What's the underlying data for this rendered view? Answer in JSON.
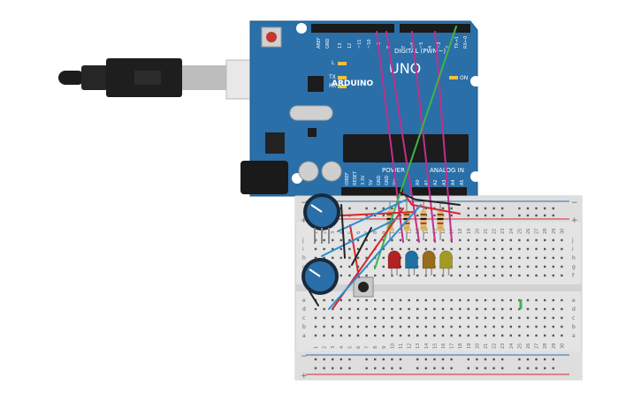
{
  "board": {
    "logo": "ARDUINO",
    "model": "UNO",
    "digital_label": "DIGITAL (PWM~)",
    "power_label": "POWER",
    "analog_label": "ANALOG IN",
    "on_label": "ON",
    "l_label": "L",
    "tx_label": "TX",
    "rx_label": "RX",
    "aref_label": "AREF",
    "gnd_label": "GND",
    "digital_pins_high": [
      "13",
      "12",
      "~11",
      "~10",
      "~9",
      "8"
    ],
    "digital_pins_low": [
      "7",
      "~6",
      "~5",
      "4",
      "~3",
      "2",
      "TX→1",
      "RX←0"
    ],
    "power_pins": [
      "IOREF",
      "RESET",
      "3.3V",
      "5V",
      "GND",
      "GND",
      "Vin"
    ],
    "analog_pins": [
      "A0",
      "A1",
      "A2",
      "A3",
      "A4",
      "A5"
    ]
  },
  "breadboard": {
    "rail_minus": "−",
    "rail_plus": "+",
    "row_letters_top": [
      "j",
      "i",
      "h",
      "g",
      "f"
    ],
    "row_letters_bottom": [
      "e",
      "d",
      "c",
      "b",
      "a"
    ],
    "columns": [
      "1",
      "2",
      "3",
      "4",
      "5",
      "6",
      "7",
      "8",
      "9",
      "10",
      "11",
      "12",
      "13",
      "14",
      "15",
      "16",
      "17",
      "18",
      "19",
      "20",
      "21",
      "22",
      "23",
      "24",
      "25",
      "26",
      "27",
      "28",
      "29",
      "30"
    ]
  },
  "components": {
    "leds": [
      {
        "color": "#b22222"
      },
      {
        "color": "#1f6fa3"
      },
      {
        "color": "#9a6b1b"
      },
      {
        "color": "#a39a22"
      }
    ],
    "potentiometer_count": 2,
    "pushbutton_count": 1,
    "resistor_count": 4
  },
  "colors": {
    "board": "#2a6fa8",
    "wire_magenta": "#c0308a",
    "wire_green": "#3fb44c",
    "wire_red": "#d8262b",
    "wire_blue": "#2a8fd0",
    "wire_black": "#222222",
    "rail_red": "#d8262b",
    "rail_blue": "#2a6fa8"
  }
}
